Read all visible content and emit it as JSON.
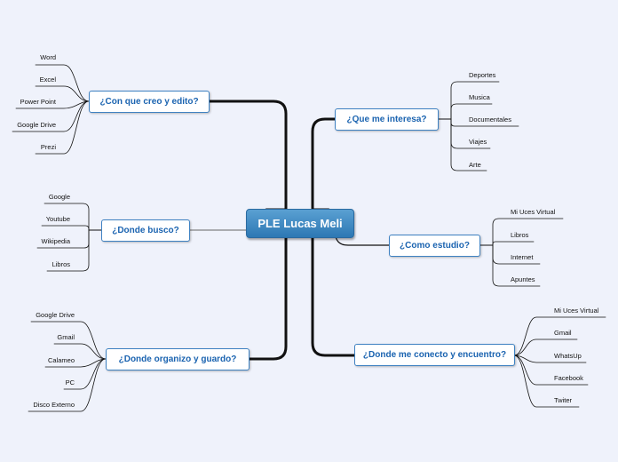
{
  "central": "PLE Lucas Meli",
  "topics": {
    "creo": {
      "label": "¿Con que creo y edito?",
      "items": [
        "Word",
        "Excel",
        "Power Point",
        "Google Drive",
        "Prezi"
      ]
    },
    "busco": {
      "label": "¿Donde busco?",
      "items": [
        "Google",
        "Youtube",
        "Wikipedia",
        "Libros"
      ]
    },
    "organizo": {
      "label": "¿Donde organizo y guardo?",
      "items": [
        "Google Drive",
        "Gmail",
        "Calameo",
        "PC",
        "Disco Externo"
      ]
    },
    "interesa": {
      "label": "¿Que me interesa?",
      "items": [
        "Deportes",
        "Musica",
        "Documentales",
        "Viajes",
        "Arte"
      ]
    },
    "estudio": {
      "label": "¿Como estudio?",
      "items": [
        "Mi Uces Virtual",
        "Libros",
        "Internet",
        "Apuntes"
      ]
    },
    "conecto": {
      "label": "¿Donde me conecto y encuentro?",
      "items": [
        "Mi Uces Virtual",
        "Gmail",
        "WhatsUp",
        "Facebook",
        "Twiter"
      ]
    }
  }
}
